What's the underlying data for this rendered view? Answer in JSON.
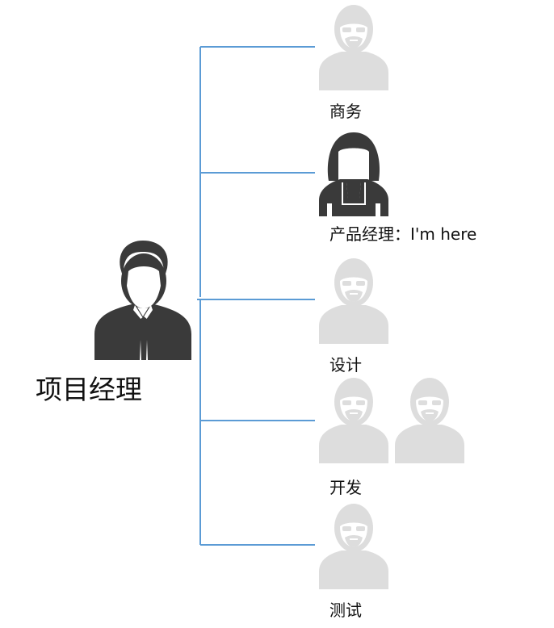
{
  "colors": {
    "connector": "#5b9bd5",
    "inactive_avatar": "#dddddd",
    "active_avatar": "#3a3a3a",
    "text": "#111111"
  },
  "root": {
    "label": "项目经理",
    "icon": "manager-person-icon"
  },
  "branches": [
    {
      "label": "商务",
      "icon": "bearded-man-icon",
      "active": false,
      "count": 1
    },
    {
      "label": "产品经理：I'm here",
      "icon": "woman-person-icon",
      "active": true,
      "count": 1
    },
    {
      "label": "设计",
      "icon": "bearded-man-icon",
      "active": false,
      "count": 1
    },
    {
      "label": "开发",
      "icon": "bearded-man-icon",
      "active": false,
      "count": 2
    },
    {
      "label": "测试",
      "icon": "bearded-man-icon",
      "active": false,
      "count": 1
    }
  ]
}
